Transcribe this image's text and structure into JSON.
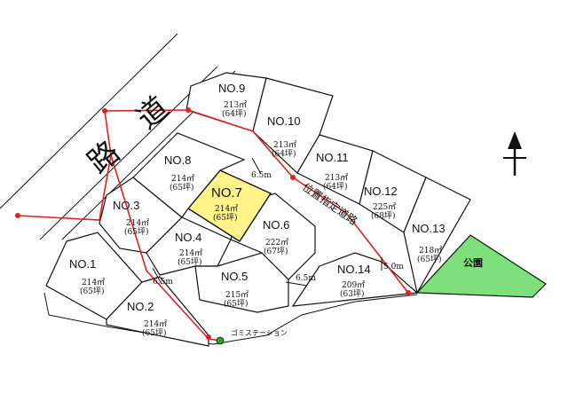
{
  "road": {
    "label_1": "道",
    "label_2": "路"
  },
  "designated_road": {
    "label": "位置指定道路"
  },
  "dimensions": {
    "road_width_a": "6.5m",
    "road_width_b": "6.5m",
    "road_width_c": "6.5m",
    "road_width_d": "5.0m"
  },
  "park": {
    "label": "公園",
    "color": "#7ee07b"
  },
  "garbage_station": {
    "label": "ゴミステーション",
    "color": "#22aa22"
  },
  "highlight_color": "#fff38a",
  "route_color": "#e02020",
  "lots": [
    {
      "no": "NO.1",
      "area": "214㎡",
      "tsubo": "(65坪)"
    },
    {
      "no": "NO.2",
      "area": "214㎡",
      "tsubo": "(65坪)"
    },
    {
      "no": "NO.3",
      "area": "214㎡",
      "tsubo": "(65坪)"
    },
    {
      "no": "NO.4",
      "area": "214㎡",
      "tsubo": "(65坪)"
    },
    {
      "no": "NO.5",
      "area": "215㎡",
      "tsubo": "(65坪)"
    },
    {
      "no": "NO.6",
      "area": "222㎡",
      "tsubo": "(67坪)"
    },
    {
      "no": "NO.7",
      "area": "214㎡",
      "tsubo": "(65坪)",
      "highlighted": true
    },
    {
      "no": "NO.8",
      "area": "214㎡",
      "tsubo": "(65坪)"
    },
    {
      "no": "NO.9",
      "area": "213㎡",
      "tsubo": "(64坪)"
    },
    {
      "no": "NO.10",
      "area": "213㎡",
      "tsubo": "(64坪)"
    },
    {
      "no": "NO.11",
      "area": "213㎡",
      "tsubo": "(64坪)"
    },
    {
      "no": "NO.12",
      "area": "225㎡",
      "tsubo": "(68坪)"
    },
    {
      "no": "NO.13",
      "area": "218㎡",
      "tsubo": "(65坪)"
    },
    {
      "no": "NO.14",
      "area": "209㎡",
      "tsubo": "(63坪)"
    }
  ],
  "north_arrow": {
    "icon": "north-arrow-icon"
  }
}
